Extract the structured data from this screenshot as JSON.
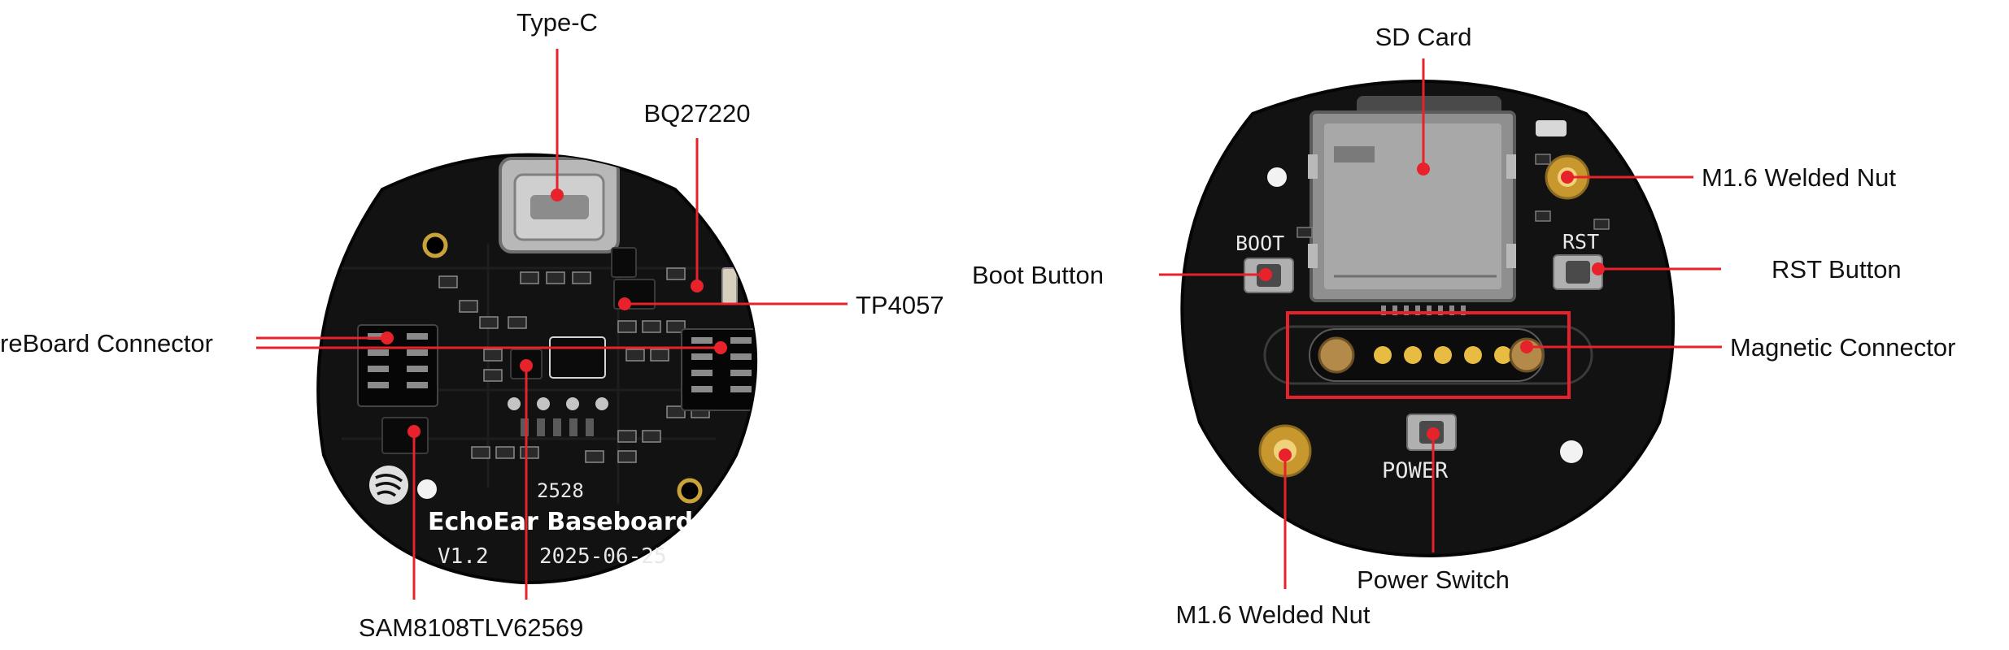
{
  "colors": {
    "pcb": "#121212",
    "pcb_edge": "#050505",
    "leader": "#e8222b",
    "dot": "#e8222b",
    "label_text": "#111111",
    "gold": "#d4a93a",
    "metal": "#9a9a9a"
  },
  "front_board": {
    "silkscreen": {
      "title": "EchoEar Baseboard",
      "version": "V1.2",
      "date": "2025-06-25",
      "code": "2528"
    },
    "labels": {
      "type_c": "Type-C",
      "bq27220": "BQ27220",
      "tp4057": "TP4057",
      "coreboard_connector": "reBoard Connector",
      "sam8108": "SAM8108",
      "tlv62569": "TLV62569"
    }
  },
  "back_board": {
    "silkscreen": {
      "boot": "BOOT",
      "rst": "RST",
      "power": "POWER"
    },
    "labels": {
      "sd_card": "SD Card",
      "nut_top": "M1.6 Welded Nut",
      "boot_button": "Boot Button",
      "rst_button": "RST Button",
      "magnetic_connector": "Magnetic Connector",
      "power_switch": "Power Switch",
      "nut_bottom": "M1.6 Welded Nut"
    }
  }
}
